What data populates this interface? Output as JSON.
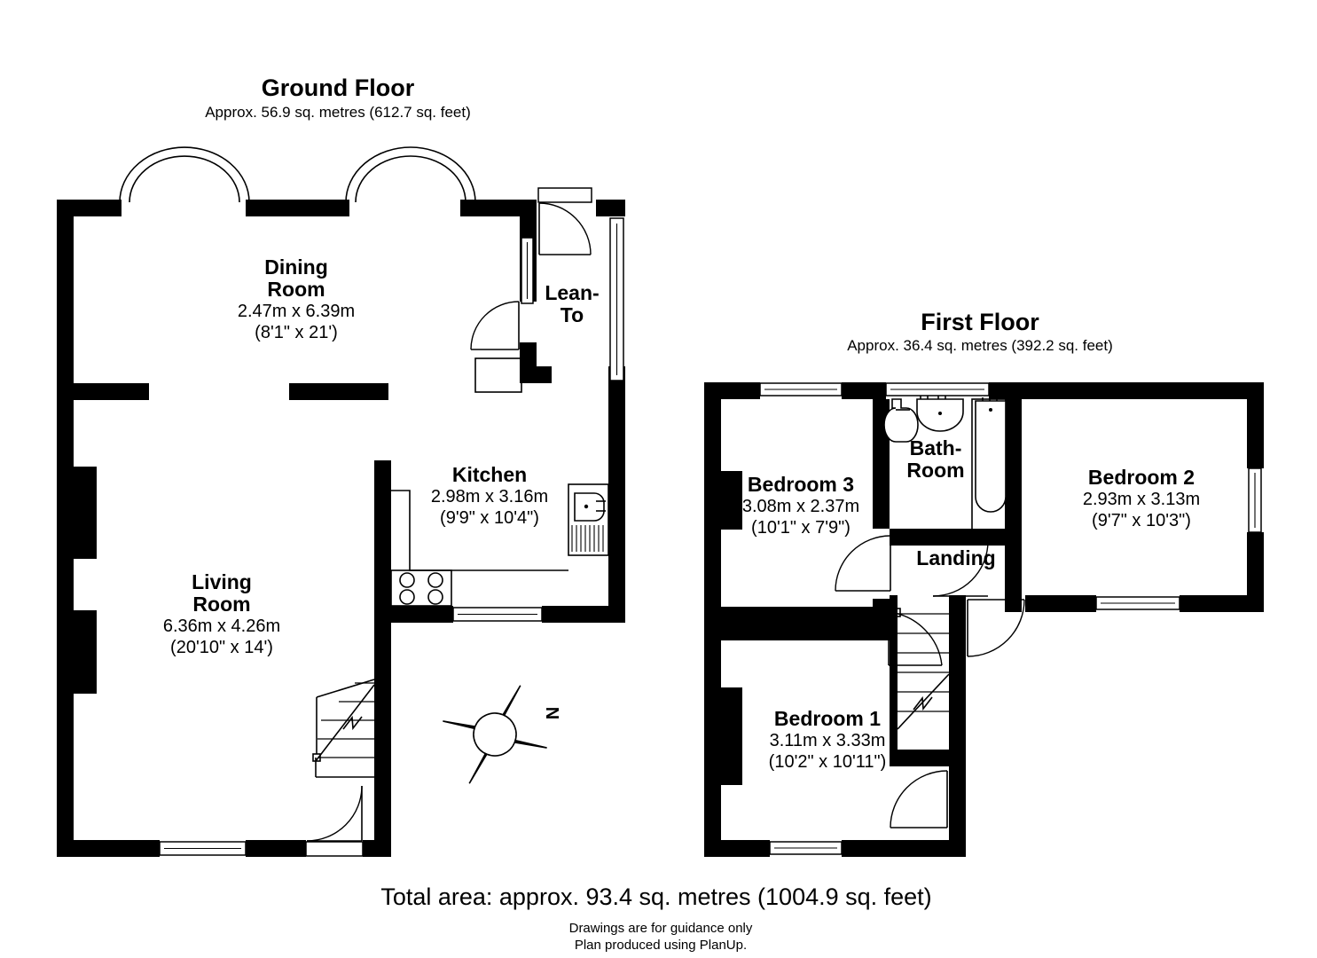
{
  "document": {
    "type": "floor-plan",
    "total_area_line": "Total area: approx. 93.4 sq. metres (1004.9 sq. feet)",
    "disclaimer_line_1": "Drawings are for guidance only",
    "disclaimer_line_2": "Plan produced using PlanUp.",
    "ink_color": "#000000",
    "paper_color": "#ffffff"
  },
  "compass": {
    "label": "N",
    "icon": "compass-rose-icon"
  },
  "floors": [
    {
      "id": "ground",
      "title": "Ground Floor",
      "subtitle": "Approx. 56.9 sq. metres (612.7 sq. feet)",
      "rooms": [
        {
          "id": "dining-room",
          "name_line_1": "Dining",
          "name_line_2": "Room",
          "dim_metric": "2.47m x 6.39m",
          "dim_imperial": "(8'1\" x 21')"
        },
        {
          "id": "lean-to",
          "name_line_1": "Lean-",
          "name_line_2": "To",
          "dim_metric": "",
          "dim_imperial": ""
        },
        {
          "id": "kitchen",
          "name_line_1": "Kitchen",
          "name_line_2": "",
          "dim_metric": "2.98m x 3.16m",
          "dim_imperial": "(9'9\" x 10'4\")"
        },
        {
          "id": "living-room",
          "name_line_1": "Living",
          "name_line_2": "Room",
          "dim_metric": "6.36m x 4.26m",
          "dim_imperial": "(20'10\" x 14')"
        }
      ]
    },
    {
      "id": "first",
      "title": "First Floor",
      "subtitle": "Approx. 36.4 sq. metres (392.2 sq. feet)",
      "rooms": [
        {
          "id": "bedroom-3",
          "name_line_1": "Bedroom 3",
          "name_line_2": "",
          "dim_metric": "3.08m x 2.37m",
          "dim_imperial": "(10'1\" x 7'9\")"
        },
        {
          "id": "bathroom",
          "name_line_1": "Bath-",
          "name_line_2": "Room",
          "dim_metric": "",
          "dim_imperial": ""
        },
        {
          "id": "bedroom-2",
          "name_line_1": "Bedroom 2",
          "name_line_2": "",
          "dim_metric": "2.93m x 3.13m",
          "dim_imperial": "(9'7\" x 10'3\")"
        },
        {
          "id": "landing",
          "name_line_1": "Landing",
          "name_line_2": "",
          "dim_metric": "",
          "dim_imperial": ""
        },
        {
          "id": "bedroom-1",
          "name_line_1": "Bedroom 1",
          "name_line_2": "",
          "dim_metric": "3.11m x 3.33m",
          "dim_imperial": "(10'2\" x 10'11\")"
        }
      ]
    }
  ]
}
